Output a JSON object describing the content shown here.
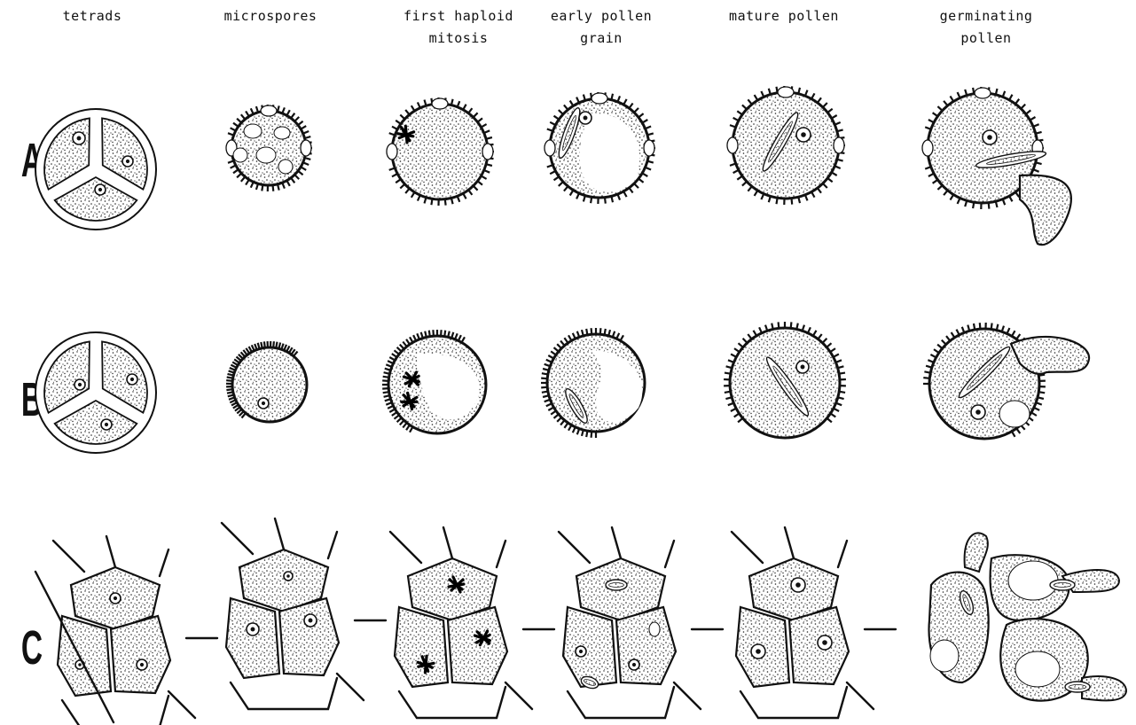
{
  "stages": [
    {
      "lines": [
        "tetrads"
      ]
    },
    {
      "lines": [
        "microspores"
      ]
    },
    {
      "lines": [
        "first haploid",
        "mitosis"
      ]
    },
    {
      "lines": [
        "early pollen",
        "grain"
      ]
    },
    {
      "lines": [
        "mature pollen"
      ]
    },
    {
      "lines": [
        "germinating",
        "pollen"
      ]
    }
  ],
  "rows": [
    {
      "label": "A"
    },
    {
      "label": "B"
    },
    {
      "label": "C"
    }
  ]
}
